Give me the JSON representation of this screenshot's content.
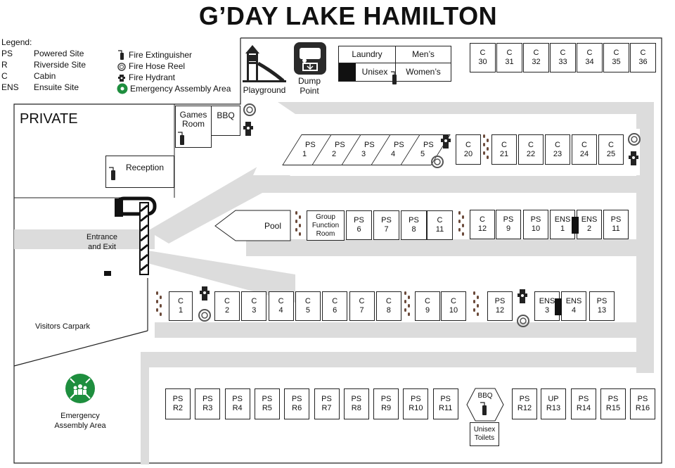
{
  "title": "G’DAY LAKE HAMILTON",
  "legend": {
    "heading": "Legend:",
    "items": [
      {
        "code": "PS",
        "label": "Powered Site"
      },
      {
        "code": "R",
        "label": "Riverside Site"
      },
      {
        "code": "C",
        "label": "Cabin"
      },
      {
        "code": "ENS",
        "label": "Ensuite Site"
      }
    ],
    "icons": [
      {
        "icon": "fire-extinguisher-icon",
        "label": "Fire Extinguisher"
      },
      {
        "icon": "fire-hose-reel-icon",
        "label": "Fire Hose Reel"
      },
      {
        "icon": "fire-hydrant-icon",
        "label": "Fire Hydrant"
      },
      {
        "icon": "assembly-area-icon",
        "label": "Emergency Assembly Area"
      }
    ]
  },
  "facilities": {
    "playground": "Playground",
    "dump_point": [
      "Dump",
      "Point"
    ],
    "laundry": "Laundry",
    "mens": "Men’s",
    "unisex": "Unisex",
    "womens": "Women’s",
    "private": "PRIVATE",
    "games_room": [
      "Games",
      "Room"
    ],
    "bbq": "BBQ",
    "reception": "Reception",
    "pool": "Pool",
    "group_function_room": [
      "Group",
      "Function",
      "Room"
    ],
    "entrance": [
      "Entrance",
      "and Exit"
    ],
    "visitors_carpark": "Visitors Carpark",
    "assembly_area": [
      "Emergency",
      "Assembly Area"
    ],
    "bbq_hex": "BBQ",
    "unisex_toilets": [
      "Unisex",
      "Toilets"
    ]
  },
  "sites": {
    "top_cabins": [
      [
        "C",
        "30"
      ],
      [
        "C",
        "31"
      ],
      [
        "C",
        "32"
      ],
      [
        "C",
        "33"
      ],
      [
        "C",
        "34"
      ],
      [
        "C",
        "35"
      ],
      [
        "C",
        "36"
      ]
    ],
    "row1_ps": [
      [
        "PS",
        "1"
      ],
      [
        "PS",
        "2"
      ],
      [
        "PS",
        "3"
      ],
      [
        "PS",
        "4"
      ],
      [
        "PS",
        "5"
      ]
    ],
    "row1_c": [
      [
        "C",
        "20"
      ],
      [
        "C",
        "21"
      ],
      [
        "C",
        "22"
      ],
      [
        "C",
        "23"
      ],
      [
        "C",
        "24"
      ],
      [
        "C",
        "25"
      ]
    ],
    "row2_left": [
      [
        "PS",
        "6"
      ],
      [
        "PS",
        "7"
      ],
      [
        "PS",
        "8"
      ],
      [
        "C",
        "11"
      ]
    ],
    "row2_right": [
      [
        "C",
        "12"
      ],
      [
        "PS",
        "9"
      ],
      [
        "PS",
        "10"
      ],
      [
        "ENS",
        "1"
      ],
      [
        "ENS",
        "2"
      ],
      [
        "PS",
        "11"
      ]
    ],
    "row3_left": [
      [
        "C",
        "1"
      ]
    ],
    "row3_mid": [
      [
        "C",
        "2"
      ],
      [
        "C",
        "3"
      ],
      [
        "C",
        "4"
      ],
      [
        "C",
        "5"
      ],
      [
        "C",
        "6"
      ],
      [
        "C",
        "7"
      ],
      [
        "C",
        "8"
      ]
    ],
    "row3_c9_10": [
      [
        "C",
        "9"
      ],
      [
        "C",
        "10"
      ]
    ],
    "row3_right": [
      [
        "PS",
        "12"
      ],
      [
        "ENS",
        "3"
      ],
      [
        "ENS",
        "4"
      ],
      [
        "PS",
        "13"
      ]
    ],
    "bottom_left": [
      [
        "PS",
        "R2"
      ],
      [
        "PS",
        "R3"
      ],
      [
        "PS",
        "R4"
      ],
      [
        "PS",
        "R5"
      ],
      [
        "PS",
        "R6"
      ],
      [
        "PS",
        "R7"
      ],
      [
        "PS",
        "R8"
      ],
      [
        "PS",
        "R9"
      ],
      [
        "PS",
        "R10"
      ],
      [
        "PS",
        "R11"
      ]
    ],
    "bottom_right": [
      [
        "PS",
        "R12"
      ],
      [
        "UP",
        "R13"
      ],
      [
        "PS",
        "R14"
      ],
      [
        "PS",
        "R15"
      ],
      [
        "PS",
        "R16"
      ]
    ]
  }
}
